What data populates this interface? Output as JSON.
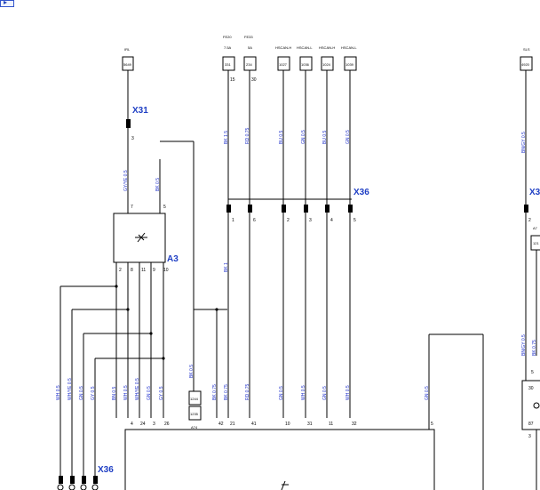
{
  "toolbar": {
    "corner_glyph": "▸"
  },
  "top_labels": {
    "irl": "IRL",
    "fe20": "FE20",
    "fe20_amp": "7.5A",
    "fe33": "FE33",
    "fe33_amp": "5A",
    "hscan_h_1": "HSCAN-H",
    "hscan_l_1": "HSCAN-L",
    "hscan_h_2": "HSCAN-H",
    "hscan_l_2": "HSCAN-L",
    "sls": "SLS"
  },
  "splice_ids": {
    "s5649": "5649",
    "s331": "331",
    "s234": "234",
    "s1027": "1027",
    "s1036": "1036",
    "s1024": "1024",
    "s1039": "1039",
    "s4920": "4920",
    "s1244": "1244",
    "s1235": "1235",
    "s121": "121"
  },
  "connectors": {
    "x31": "X31",
    "x36_right": "X36",
    "x36_bottom": "X36",
    "a3": "A3",
    "x3_partial": "X3",
    "a74": "A74",
    "a7_partial": "A7"
  },
  "pins": {
    "p15": "15",
    "p30": "30",
    "p3": "3",
    "p7": "7",
    "p5": "5",
    "p2": "2",
    "p8": "8",
    "p11": "11",
    "p9": "9",
    "p10": "10",
    "x36_1": "1",
    "x36_6": "6",
    "x36_2": "2",
    "x36_3": "3",
    "x36_4": "4",
    "x36_5": "5",
    "b4": "4",
    "b24": "24",
    "b3": "3",
    "b26": "26",
    "b42": "42",
    "b21": "21",
    "b41": "41",
    "b10": "10",
    "b31": "31",
    "b11": "11",
    "b32": "32",
    "b5": "5",
    "r2": "2",
    "r30": "30",
    "r87": "87",
    "r3": "3",
    "r5": "5"
  },
  "wire_colors": {
    "gy_ye_05": "GY/YE 0.5",
    "bk_05_a3": "BK 0.5",
    "bk_15": "BK 1.5",
    "rd_075_top": "RD 0.75",
    "bu_05_top": "BU 0.5",
    "gn_05_top1": "GN 0.5",
    "bu_05_top2": "BU 0.5",
    "gn_05_top2": "GN 0.5",
    "bk_1": "BK 1",
    "bk_05_mid": "BK 0.5",
    "wh_05_l": "WH 0.5",
    "wh_ye_05_l": "WH/YE 0.5",
    "gn_05_l": "GN 0.5",
    "gy_05_l": "GY 0.5",
    "bn_05": "BN 0.5",
    "wh_05_m": "WH 0.5",
    "wh_ye_05_m": "WH/YE 0.5",
    "gn_05_m": "GN 0.5",
    "gy_05_m": "GY 0.5",
    "bk_075_a": "BK 0.75",
    "bk_075_b": "BK 0.75",
    "rd_075_b": "RD 0.75",
    "gn_05_b": "GN 0.5",
    "wh_05_b": "WH 0.5",
    "gn_05_b2": "GN 0.5",
    "wh_05_b2": "WH 0.5",
    "gn_05_far": "GN 0.5",
    "bn_gy_05": "BN/GY 0.5",
    "bk_075_r": "BK 0.75",
    "bn_gy_05_top": "BN/GY 0.5"
  }
}
